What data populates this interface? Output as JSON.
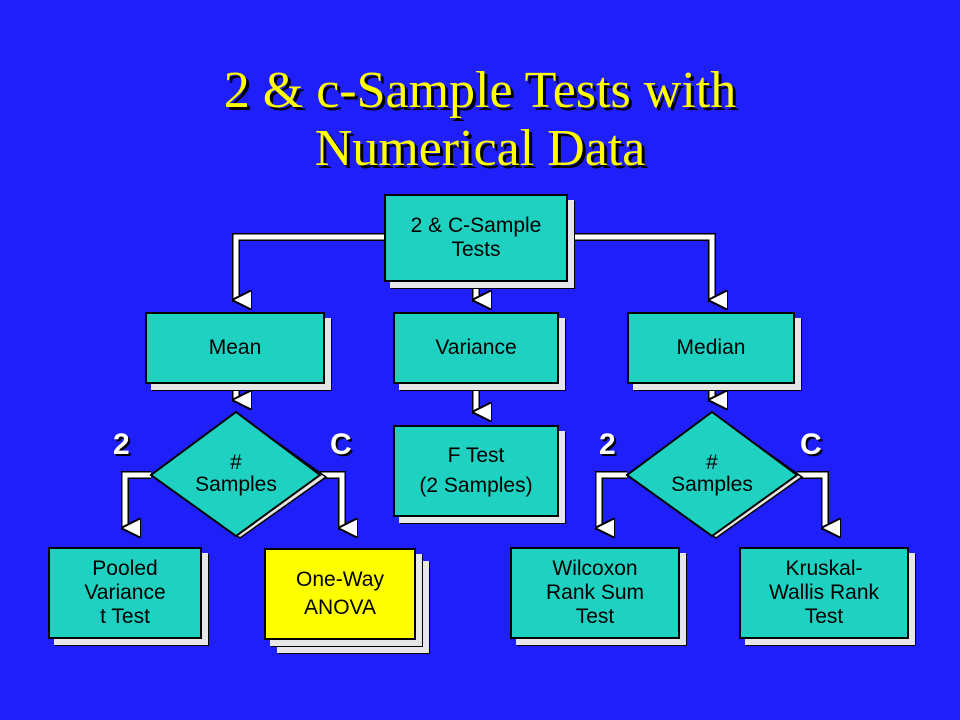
{
  "title": {
    "line1": "2 & c-Sample Tests with",
    "line2": "Numerical Data"
  },
  "colors": {
    "background": "#1f1ffa",
    "title": "#ffff00",
    "box": "#1ed1c0",
    "highlight_box": "#ffff00",
    "connector": "#ffffff"
  },
  "nodes": {
    "root": {
      "line1": "2 & C-Sample",
      "line2": "Tests"
    },
    "mean": {
      "label": "Mean"
    },
    "variance": {
      "label": "Variance"
    },
    "median": {
      "label": "Median"
    },
    "samples_left": {
      "line1": "#",
      "line2": "Samples"
    },
    "samples_right": {
      "line1": "#",
      "line2": "Samples"
    },
    "f_test": {
      "line1": "F Test",
      "line2": "(2 Samples)"
    },
    "pooled": {
      "line1": "Pooled",
      "line2": "Variance",
      "line3": "t Test"
    },
    "anova": {
      "line1": "One-Way",
      "line2": "ANOVA"
    },
    "wilcoxon": {
      "line1": "Wilcoxon",
      "line2": "Rank Sum",
      "line3": "Test"
    },
    "kruskal": {
      "line1": "Kruskal-",
      "line2": "Wallis Rank",
      "line3": "Test"
    }
  },
  "branch_labels": {
    "left_two": "2",
    "left_c": "C",
    "right_two": "2",
    "right_c": "C"
  }
}
